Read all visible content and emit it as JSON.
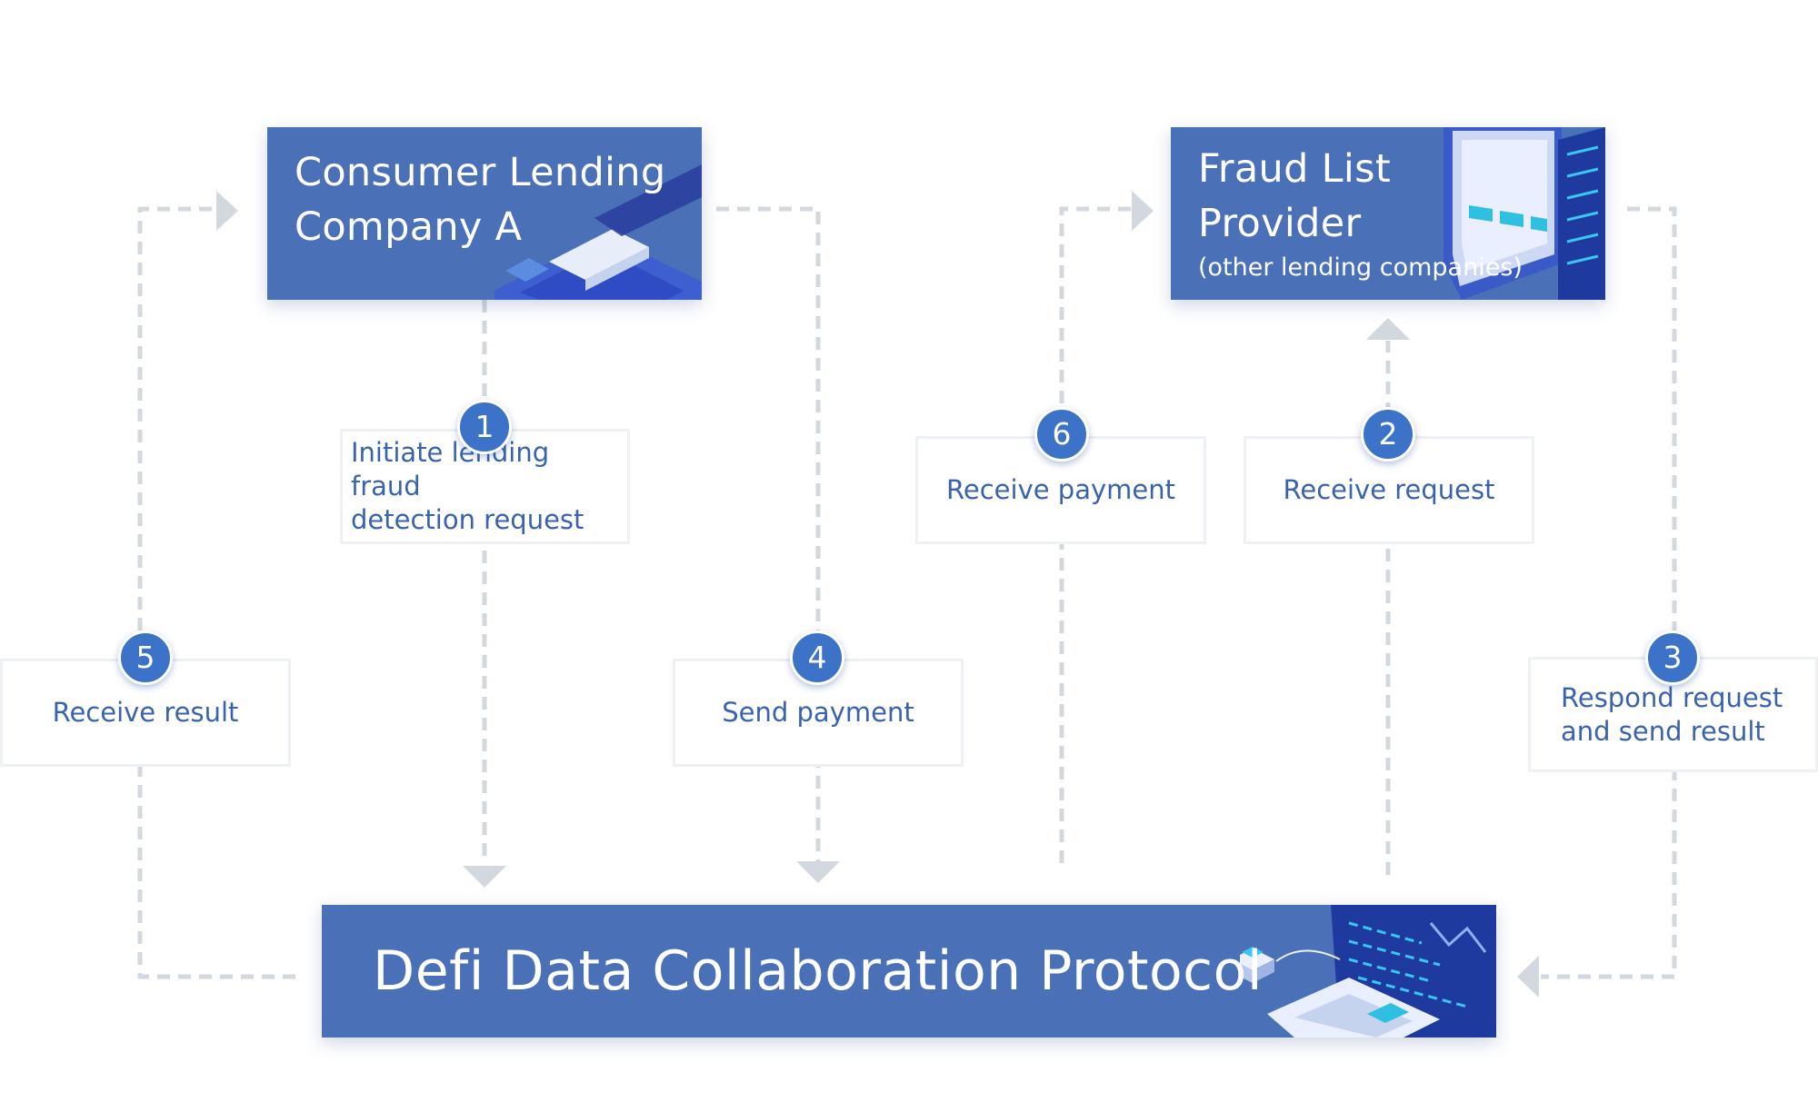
{
  "nodes": {
    "consumer_lending": {
      "title_line1": "Consumer Lending",
      "title_line2": "Company A"
    },
    "fraud_list": {
      "title_line1": "Fraud List",
      "title_line2": "Provider",
      "subtitle": "(other lending companies)"
    },
    "protocol": {
      "title": "Defi Data Collaboration Protocol"
    }
  },
  "steps": [
    {
      "number": "1",
      "label": "Initiate lending fraud\ndetection request"
    },
    {
      "number": "2",
      "label": "Receive request"
    },
    {
      "number": "3",
      "label": "Respond request\nand send result"
    },
    {
      "number": "4",
      "label": "Send payment"
    },
    {
      "number": "5",
      "label": "Receive result"
    },
    {
      "number": "6",
      "label": "Receive payment"
    }
  ],
  "colors": {
    "box_blue": "#4a70b8",
    "badge_blue": "#3c72c8",
    "label_text": "#3a63ad",
    "connector_gray": "#d3d8df"
  },
  "icons": [
    "laptop-illustration-icon",
    "monitor-illustration-icon",
    "server-laptop-illustration-icon"
  ]
}
